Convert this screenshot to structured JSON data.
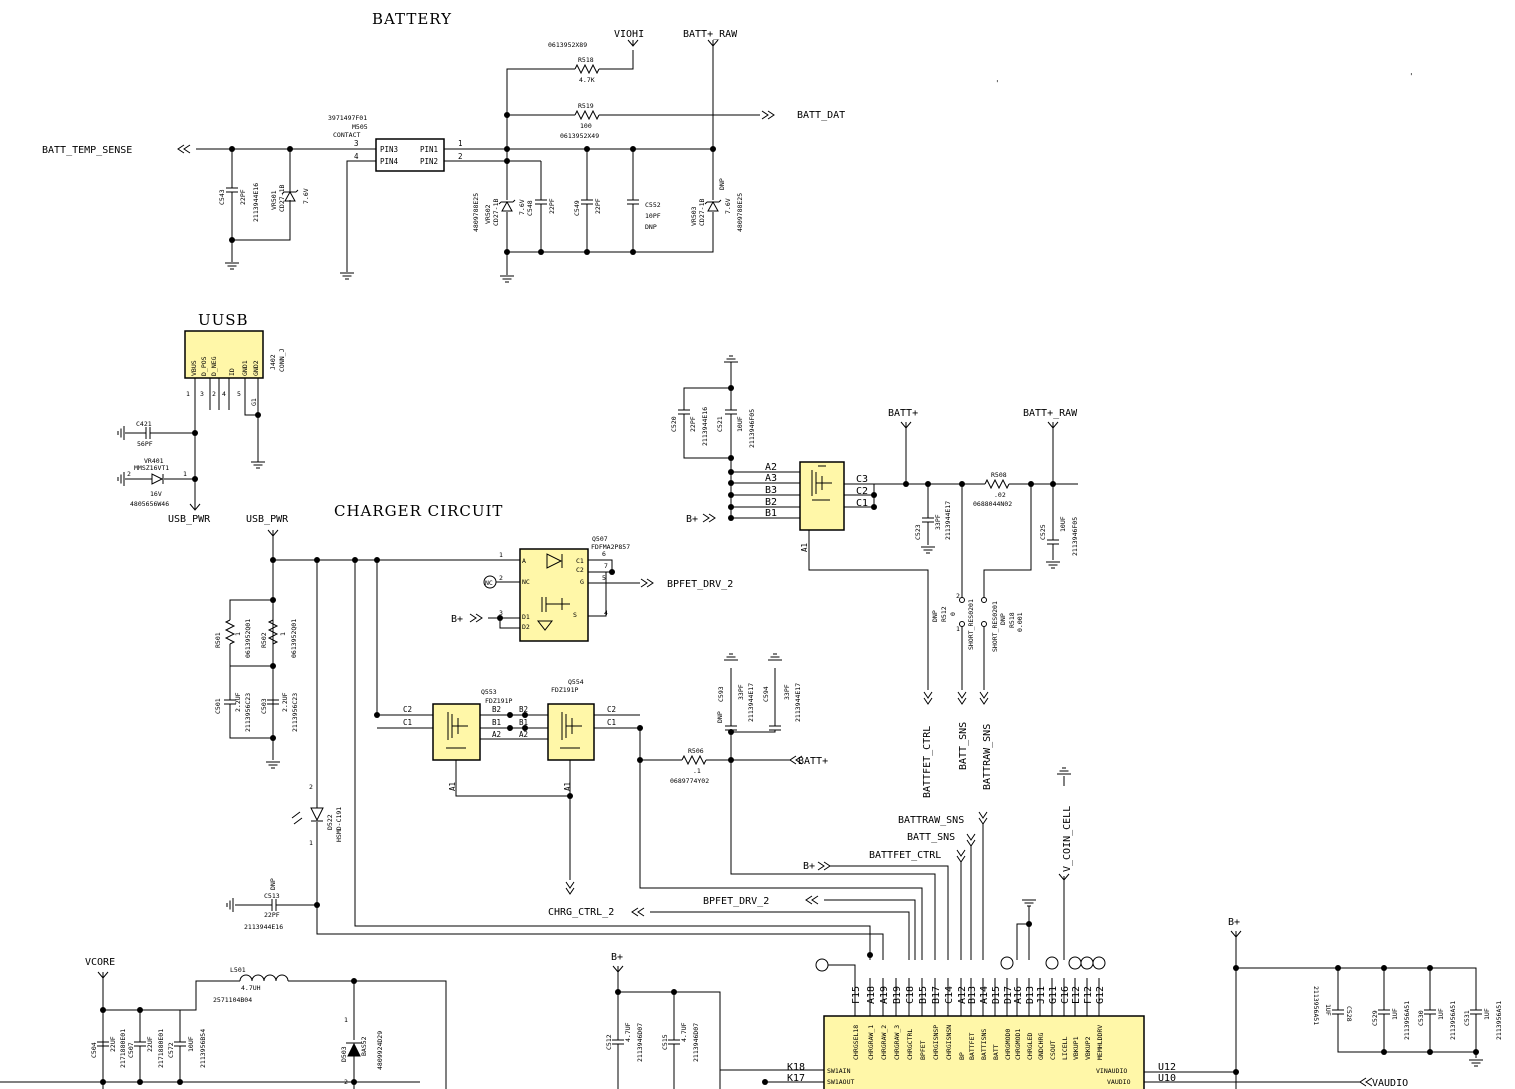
{
  "sections": {
    "battery": "BATTERY",
    "uusb": "UUSB",
    "charger": "CHARGER CIRCUIT"
  },
  "nets": {
    "batt_temp_sense": "BATT_TEMP_SENSE",
    "viohi": "VIOHI",
    "batt_raw": "BATT+_RAW",
    "batt_raw_short": "BATT+_RAW",
    "batt_dat": "BATT_DAT",
    "usb_pwr": "USB_PWR",
    "bpfet_drv_2": "BPFET_DRV_2",
    "b_plus": "B+",
    "batt_plus": "BATT+",
    "battfet_ctrl": "BATTFET_CTRL",
    "batt_sns": "BATT_SNS",
    "battraw_sns": "BATTRAW_SNS",
    "v_coin_cell": "V_COIN_CELL",
    "chrg_ctrl_2": "CHRG_CTRL_2",
    "vcore": "VCORE",
    "vaudio": "VAUDIO"
  },
  "battery": {
    "r518": {
      "ref": "R518",
      "value": "4.7K",
      "pn": "0613952X89"
    },
    "r519": {
      "ref": "R519",
      "value": "100",
      "pn": "0613952X49"
    },
    "m505": {
      "pn": "3971497F01",
      "ref": "M505",
      "name": "CONTACT",
      "pins": [
        "PIN3",
        "PIN4",
        "PIN1",
        "PIN2"
      ],
      "pinnums": [
        "3",
        "4",
        "1",
        "2"
      ]
    },
    "c543": {
      "ref": "C543",
      "value": "22PF",
      "pn": "2113944E16"
    },
    "vr501": {
      "ref": "VR501",
      "part": "CD27-1B",
      "value": "7.6V"
    },
    "vr502": {
      "ref": "VR502",
      "part": "CD27-1B",
      "value": "7.6V",
      "pn": "4809788E25"
    },
    "c548": {
      "ref": "C548",
      "value": "22PF"
    },
    "c549": {
      "ref": "C549",
      "value": "22PF"
    },
    "c552": {
      "ref": "C552",
      "value": "10PF",
      "note": "DNP"
    },
    "vr503": {
      "ref": "VR503",
      "part": "CD27-1B",
      "value": "7.6V",
      "note": "DNP",
      "pn": "4809788E25"
    }
  },
  "uusb": {
    "j402": {
      "ref": "J402",
      "name": "CONN_J"
    },
    "pins": [
      "VBUS",
      "D_POS",
      "D_NEG",
      "ID",
      "GND1",
      "GND2"
    ],
    "pin_nums": [
      "1",
      "3",
      "2",
      "4",
      "5",
      "G1"
    ],
    "c421": {
      "ref": "C421",
      "value": "56PF"
    },
    "vr401": {
      "ref": "VR401",
      "part": "MMSZ16VT1",
      "value": "16V",
      "pn": "4805656W46",
      "pins": [
        "2",
        "1"
      ]
    }
  },
  "charger": {
    "q507": {
      "ref": "Q507",
      "part": "FDFMA2P857",
      "pins": [
        "A",
        "NC",
        "G",
        "D1",
        "D2",
        "C1",
        "C2",
        "S"
      ],
      "nums": [
        "1",
        "2",
        "3",
        "4",
        "5",
        "6",
        "7"
      ]
    },
    "r501": {
      "ref": "R501",
      "value": "1",
      "pn": "0613952Q01"
    },
    "r502": {
      "ref": "R502",
      "value": "1",
      "pn": "0613952Q01"
    },
    "c501": {
      "ref": "C501",
      "value": "2.2UF",
      "pn": "2113956C23"
    },
    "c503": {
      "ref": "C503",
      "value": "2.2UF",
      "pn": "2113956C23"
    },
    "q553": {
      "ref": "Q553",
      "part": "FDZ191P",
      "pins": [
        "C2",
        "C1",
        "B2",
        "B1",
        "A2",
        "A1"
      ]
    },
    "q554": {
      "ref": "Q554",
      "part": "FDZ191P",
      "pins": [
        "B2",
        "B1",
        "A2",
        "C2",
        "C1",
        "A1"
      ]
    },
    "c593": {
      "ref": "C593",
      "value": "33PF",
      "note": "DNP",
      "pn": "2113944E17"
    },
    "c594": {
      "ref": "C594",
      "value": "33PF",
      "pn": "2113944E17"
    },
    "r506": {
      "ref": "R506",
      "value": ".1",
      "pn": "0689774Y02"
    },
    "d522": {
      "ref": "D522",
      "part": "HSMD-C191",
      "pins": [
        "2",
        "1"
      ]
    },
    "c513": {
      "ref": "C513",
      "value": "22PF",
      "note": "DNP",
      "pn": "2113944E16"
    }
  },
  "battfet": {
    "pins_left": [
      "A2",
      "A3",
      "B3",
      "B2",
      "B1"
    ],
    "pins_right": [
      "C3",
      "C2",
      "C1"
    ],
    "pin_bottom": "A1",
    "c520": {
      "ref": "C520",
      "value": "22PF",
      "pn": "2113944E16"
    },
    "c521": {
      "ref": "C521",
      "value": "10UF",
      "pn": "2113946F05"
    },
    "c523": {
      "ref": "C523",
      "value": "33PF",
      "pn": "2113944E17"
    },
    "r508": {
      "ref": "R508",
      "value": ".02",
      "pn": "0688044N02"
    },
    "c525": {
      "ref": "C525",
      "value": "10UF",
      "pn": "2113946F05"
    },
    "r512": {
      "ref": "R512",
      "value": "0",
      "note": "DNP"
    },
    "r518b": {
      "ref": "R518",
      "value": "0.001",
      "note": "DNP"
    },
    "short_a": "SHORT_RES0201",
    "short_b": "SHORT_RES0201",
    "pin2": "2",
    "pin1": "1"
  },
  "vcore_section": {
    "l501": {
      "ref": "L501",
      "value": "4.7UH",
      "pn": "2571104B04"
    },
    "c504": {
      "ref": "C504",
      "value": "22UF",
      "pn": "2171880E01"
    },
    "c507": {
      "ref": "C507",
      "value": "22UF",
      "pn": "2171880E01"
    },
    "c572": {
      "ref": "C572",
      "value": "10UF",
      "pn": "2113956B54"
    },
    "d503": {
      "ref": "D503",
      "part": "BAS52",
      "pn": "4809924D29",
      "pins": [
        "1",
        "2"
      ]
    },
    "c512": {
      "ref": "C512",
      "value": "4.7UF",
      "pn": "2113946D07"
    },
    "c515": {
      "ref": "C515",
      "value": "4.7UF",
      "pn": "2113946D07"
    }
  },
  "pmic": {
    "top_pins": [
      "F15",
      "A18",
      "A19",
      "B19",
      "C18",
      "B15",
      "B17",
      "C14",
      "A12",
      "B13",
      "A14",
      "D15",
      "D17",
      "A16",
      "D13",
      "J11",
      "G11",
      "C16",
      "E12",
      "F12",
      "G12"
    ],
    "inner_labels": [
      "CHRGSEL18",
      "CHRGRAW_1",
      "CHRGRAW_2",
      "CHRGRAW_3",
      "CHRGCTRL",
      "BPFET",
      "CHRGISNSP",
      "CHRGISNSN",
      "BP",
      "BATTFET",
      "BATTISNS",
      "BATT",
      "CHRGMOD0",
      "CHRGMOD1",
      "CHRGLED",
      "GNDCHRG",
      "CSOUT",
      "LICELL",
      "VBKUP1",
      "VBKUP2",
      "MEMHLDDRV"
    ],
    "left_pins": [
      "K18",
      "K17"
    ],
    "left_labels": [
      "SW1AIN",
      "SW1AOUT"
    ],
    "right_labels": [
      "VINAUDIO",
      "VAUDIO"
    ],
    "right_pins": [
      "U12",
      "U10"
    ],
    "nc": "NC"
  },
  "audio_caps": {
    "c528": {
      "ref": "C528",
      "value": "1UF",
      "pn": "2113956A51"
    },
    "c529": {
      "ref": "C529",
      "value": "1UF",
      "pn": "2113956A51"
    },
    "c530": {
      "ref": "C530",
      "value": "1UF",
      "pn": "2113956A51"
    },
    "c531": {
      "ref": "C531",
      "value": "1UF",
      "pn": "2113956A51"
    }
  },
  "marks": {
    "tick": "'"
  }
}
